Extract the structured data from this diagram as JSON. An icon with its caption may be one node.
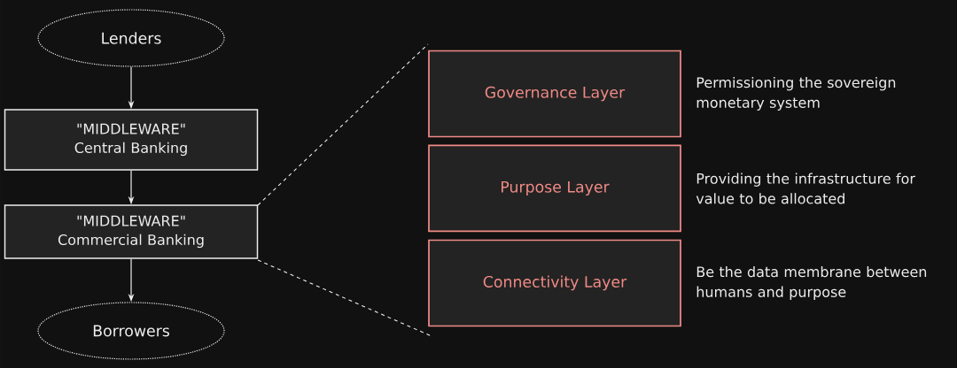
{
  "diagram": {
    "nodes": [
      {
        "text": [
          "Lenders"
        ]
      },
      {
        "text": [
          "\"MIDDLEWARE\" Central Banking"
        ]
      },
      {
        "text": [
          "\"MIDDLEWARE\" Commercial Banking"
        ]
      },
      {
        "text": [
          "Borrowers"
        ]
      },
      {
        "text": [
          "Governance Layer"
        ],
        "beside": [
          "Permissioning the sovereign monetary system"
        ]
      },
      {
        "text": [
          "Purpose Layer"
        ],
        "beside": [
          "Providing the infrastructure for value to be allocated"
        ]
      },
      {
        "text": [
          "Connectivity Layer"
        ],
        "beside": [
          "Be the data membrane between humans and purpose"
        ]
      }
    ],
    "edges": [
      {
        "from": 0,
        "to": 1,
        "arrow": "to"
      },
      {
        "from": 1,
        "to": 2,
        "arrow": "to"
      },
      {
        "from": 2,
        "to": 3,
        "arrow": "to"
      }
    ]
  }
}
